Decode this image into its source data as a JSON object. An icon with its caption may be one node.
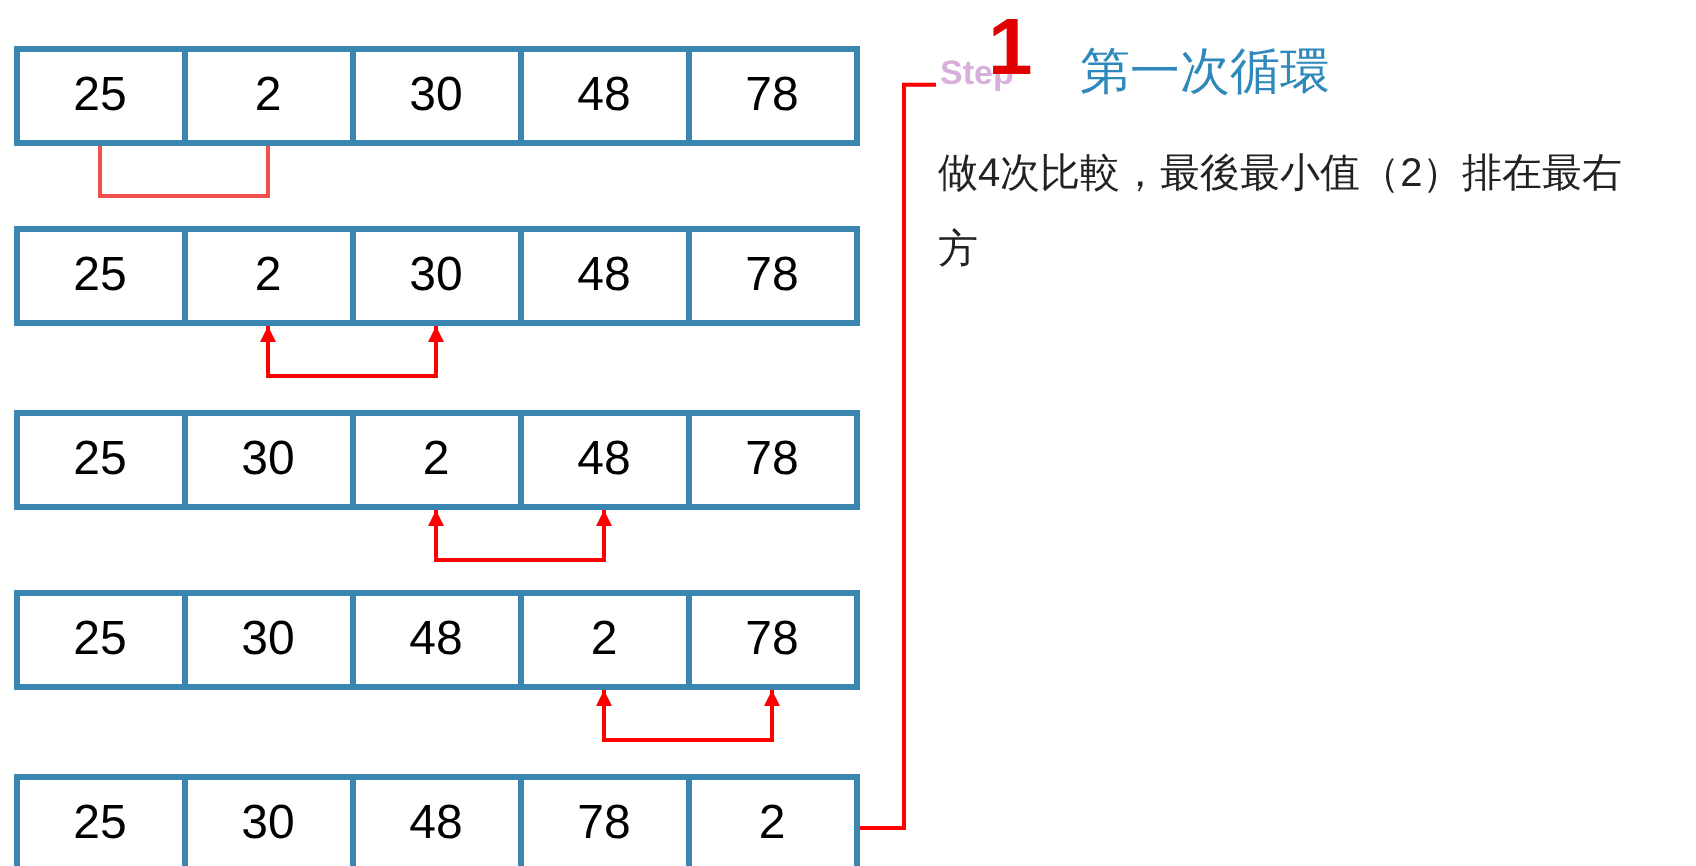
{
  "diagram": {
    "nodes": [
      {
        "text": [
          "25"
        ]
      },
      {
        "text": [
          "2"
        ]
      },
      {
        "text": [
          "30"
        ]
      },
      {
        "text": [
          "48"
        ]
      },
      {
        "text": [
          "78"
        ]
      },
      {
        "text": [
          "25"
        ]
      },
      {
        "text": [
          "2"
        ]
      },
      {
        "text": [
          "30"
        ]
      },
      {
        "text": [
          "48"
        ]
      },
      {
        "text": [
          "78"
        ]
      },
      {
        "text": [
          "25"
        ]
      },
      {
        "text": [
          "30"
        ]
      },
      {
        "text": [
          "2"
        ]
      },
      {
        "text": [
          "48"
        ]
      },
      {
        "text": [
          "78"
        ]
      },
      {
        "text": [
          "25"
        ]
      },
      {
        "text": [
          "30"
        ]
      },
      {
        "text": [
          "48"
        ]
      },
      {
        "text": [
          "2"
        ]
      },
      {
        "text": [
          "78"
        ]
      },
      {
        "text": [
          "25"
        ]
      },
      {
        "text": [
          "30"
        ]
      },
      {
        "text": [
          "48"
        ]
      },
      {
        "text": [
          "78"
        ]
      },
      {
        "text": [
          "2"
        ]
      },
      {
        "text": [
          "Step",
          "1"
        ]
      }
    ],
    "edges": [
      {
        "from": 0,
        "to": 1,
        "arrow": "none",
        "color": "#f05050"
      },
      {
        "from": 6,
        "to": 7,
        "arrow": "both"
      },
      {
        "from": 12,
        "to": 13,
        "arrow": "both"
      },
      {
        "from": 18,
        "to": 19,
        "arrow": "both"
      },
      {
        "from": 24,
        "to": 25,
        "arrow": "none"
      }
    ],
    "labels": [
      "第一次循環",
      "做4次比較，最後最小值（2）排在最右方"
    ]
  }
}
